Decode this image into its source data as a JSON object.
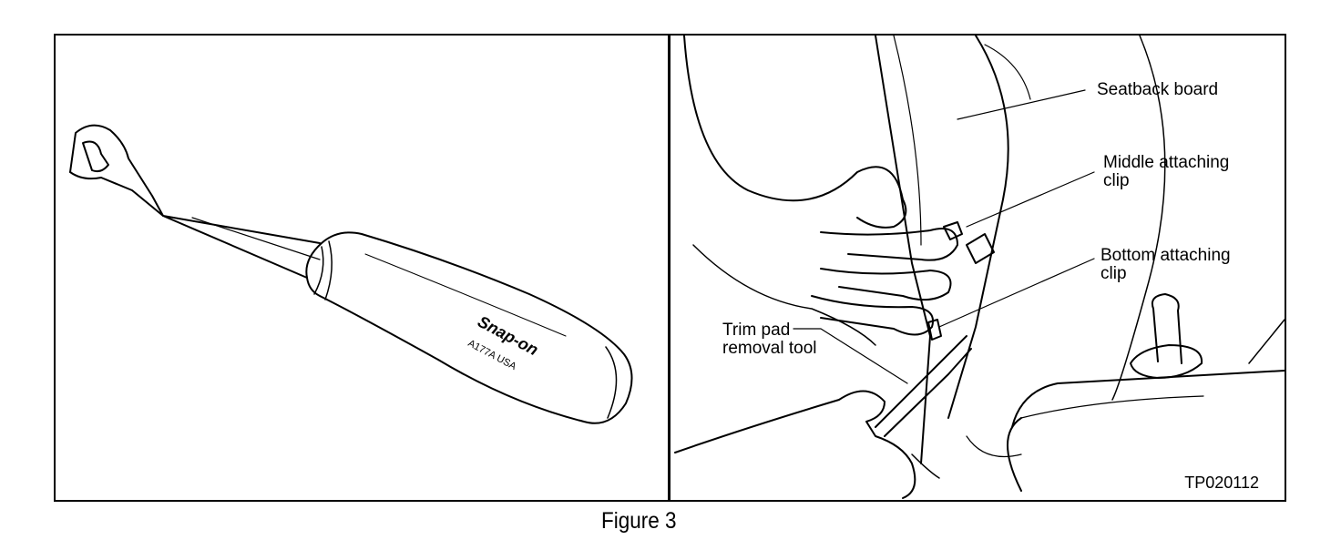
{
  "figure": {
    "caption": "Figure 3",
    "part_number": "TP020112"
  },
  "tool": {
    "brand_logo": "Snap-on",
    "model_text": "A177A USA"
  },
  "callouts": {
    "seatback_board": "Seatback board",
    "middle_clip": "Middle attaching\nclip",
    "bottom_clip": "Bottom attaching\nclip",
    "trim_tool": "Trim pad\nremoval tool"
  }
}
